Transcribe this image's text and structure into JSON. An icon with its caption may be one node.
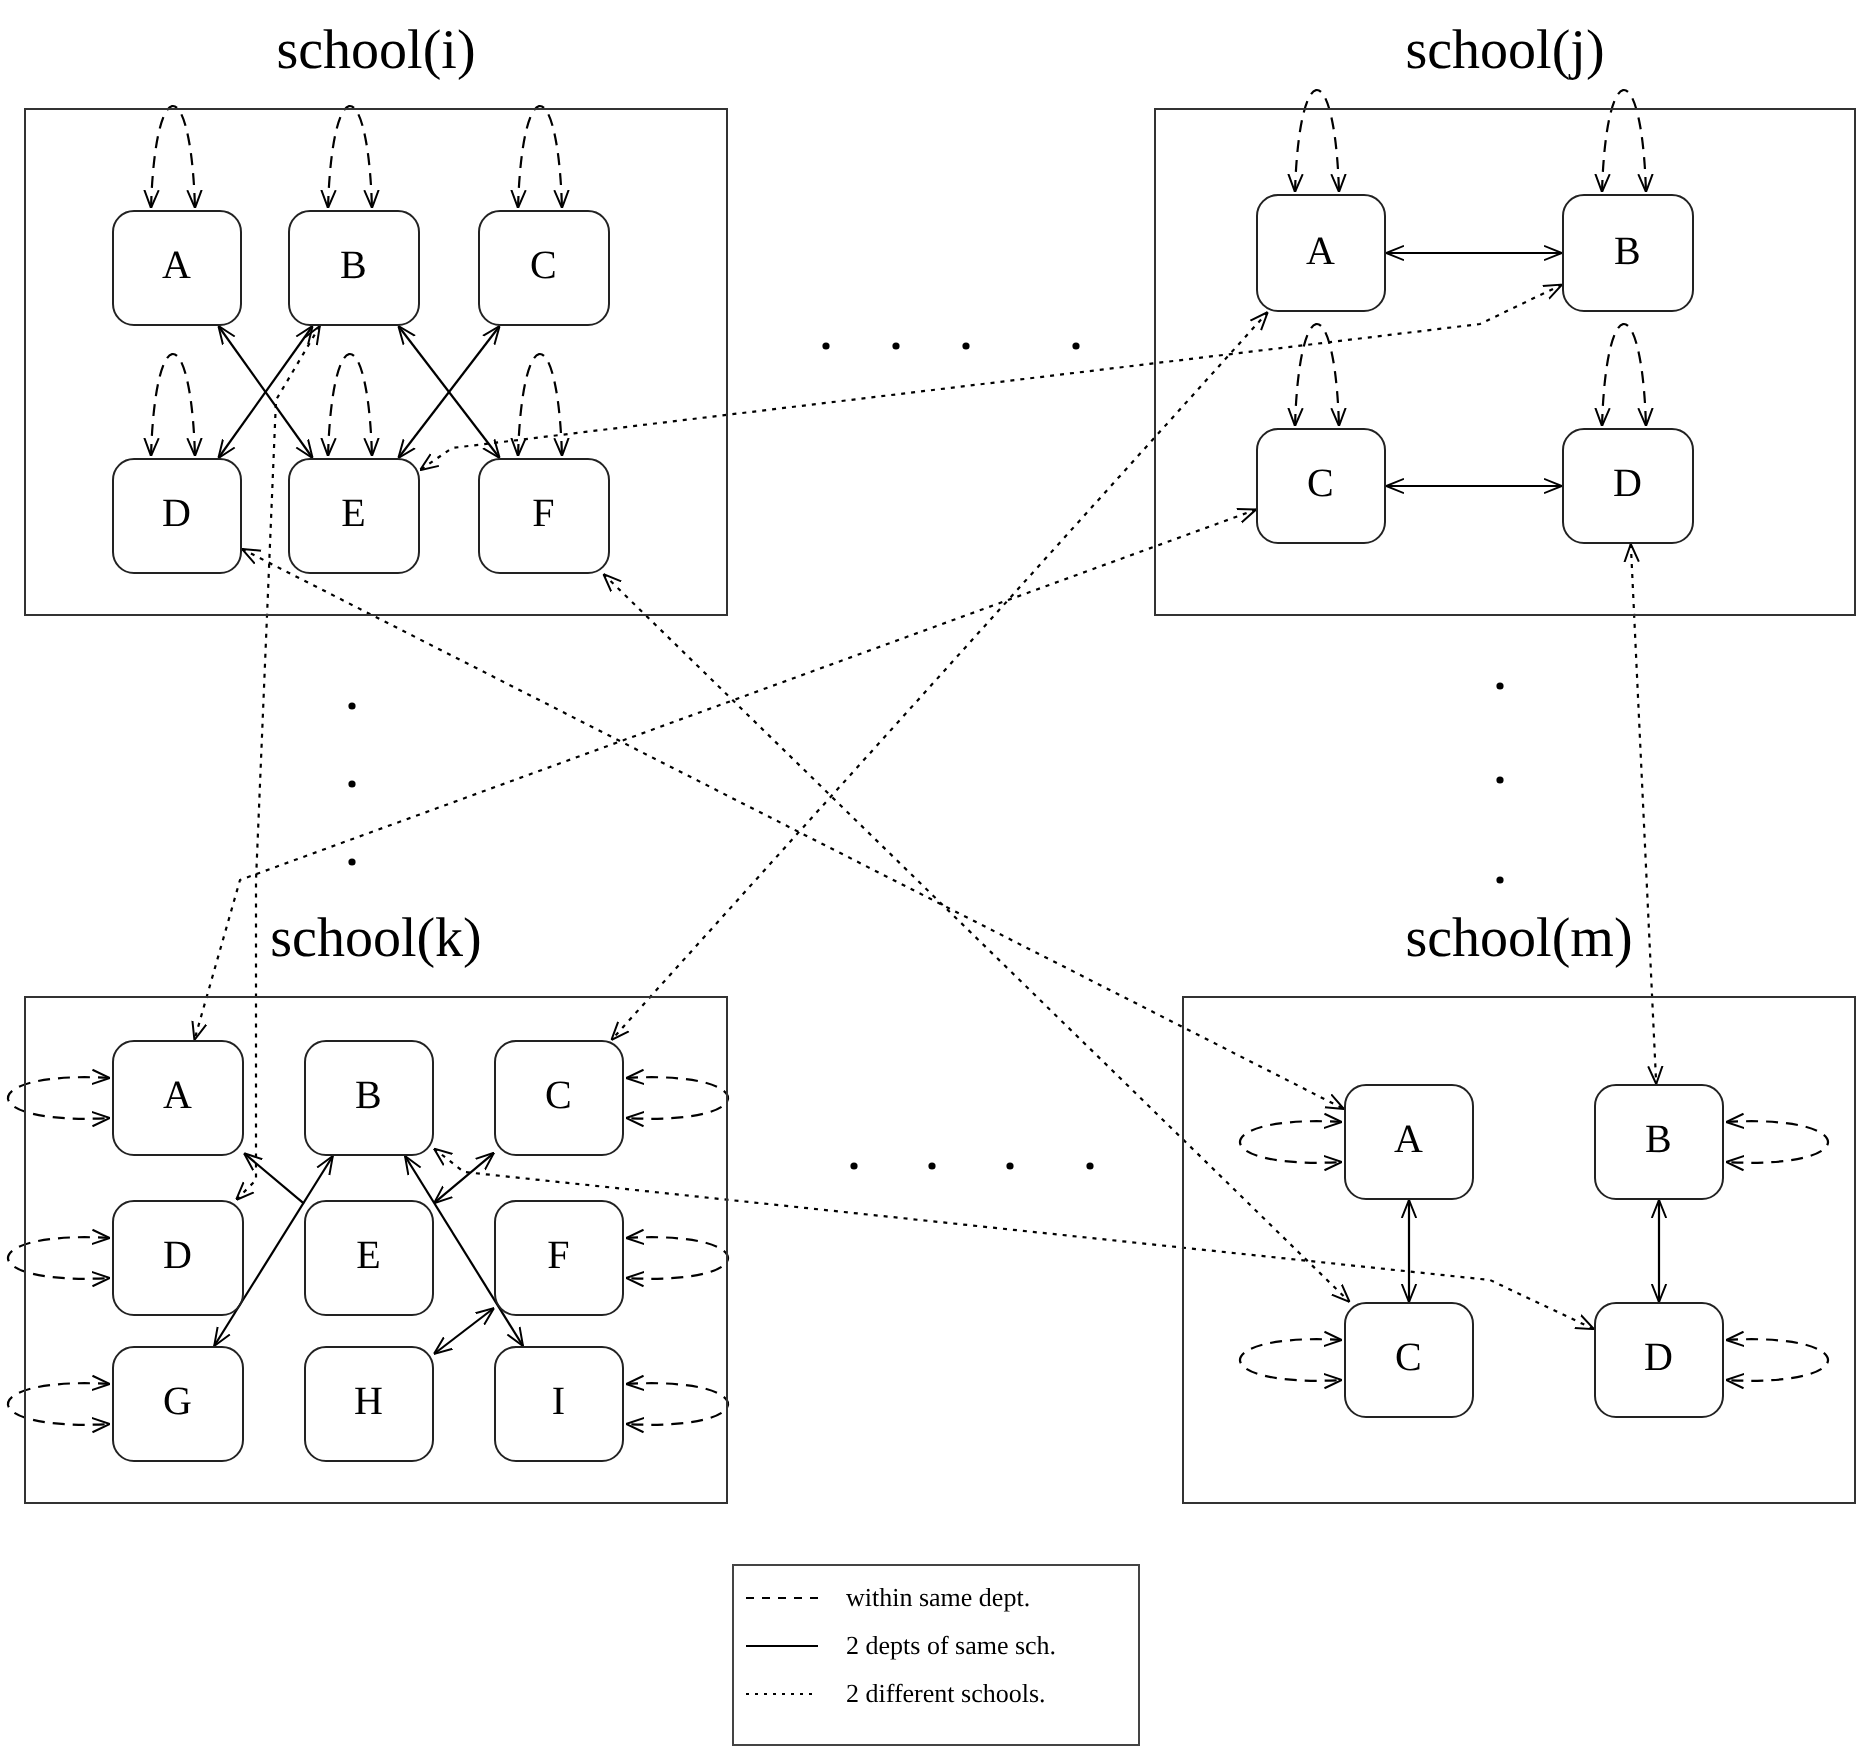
{
  "diagram": {
    "nodes": [
      {
        "text": [
          "school(i)"
        ]
      },
      {
        "text": [
          "A"
        ],
        "in": 0
      },
      {
        "text": [
          "B"
        ],
        "in": 0
      },
      {
        "text": [
          "C"
        ],
        "in": 0
      },
      {
        "text": [
          "D"
        ],
        "in": 0
      },
      {
        "text": [
          "E"
        ],
        "in": 0
      },
      {
        "text": [
          "F"
        ],
        "in": 0
      },
      {
        "text": [
          "school(j)"
        ]
      },
      {
        "text": [
          "A"
        ],
        "in": 7
      },
      {
        "text": [
          "B"
        ],
        "in": 7
      },
      {
        "text": [
          "C"
        ],
        "in": 7
      },
      {
        "text": [
          "D"
        ],
        "in": 7
      },
      {
        "text": [
          "school(k)"
        ]
      },
      {
        "text": [
          "A"
        ],
        "in": 12
      },
      {
        "text": [
          "B"
        ],
        "in": 12
      },
      {
        "text": [
          "C"
        ],
        "in": 12
      },
      {
        "text": [
          "D"
        ],
        "in": 12
      },
      {
        "text": [
          "E"
        ],
        "in": 12
      },
      {
        "text": [
          "F"
        ],
        "in": 12
      },
      {
        "text": [
          "G"
        ],
        "in": 12
      },
      {
        "text": [
          "H"
        ],
        "in": 12
      },
      {
        "text": [
          "I"
        ],
        "in": 12
      },
      {
        "text": [
          "school(m)"
        ]
      },
      {
        "text": [
          "A"
        ],
        "in": 22
      },
      {
        "text": [
          "B"
        ],
        "in": 22
      },
      {
        "text": [
          "C"
        ],
        "in": 22
      },
      {
        "text": [
          "D"
        ],
        "in": 22
      }
    ],
    "edges": [
      {
        "from": 1,
        "to": 1,
        "arrow": "both",
        "style": "dashed"
      },
      {
        "from": 2,
        "to": 2,
        "arrow": "both",
        "style": "dashed"
      },
      {
        "from": 3,
        "to": 3,
        "arrow": "both",
        "style": "dashed"
      },
      {
        "from": 4,
        "to": 4,
        "arrow": "both",
        "style": "dashed"
      },
      {
        "from": 5,
        "to": 5,
        "arrow": "both",
        "style": "dashed"
      },
      {
        "from": 6,
        "to": 6,
        "arrow": "both",
        "style": "dashed"
      },
      {
        "from": 8,
        "to": 8,
        "arrow": "both",
        "style": "dashed"
      },
      {
        "from": 9,
        "to": 9,
        "arrow": "both",
        "style": "dashed"
      },
      {
        "from": 10,
        "to": 10,
        "arrow": "both",
        "style": "dashed"
      },
      {
        "from": 11,
        "to": 11,
        "arrow": "both",
        "style": "dashed"
      },
      {
        "from": 13,
        "to": 13,
        "arrow": "both",
        "style": "dashed"
      },
      {
        "from": 15,
        "to": 15,
        "arrow": "both",
        "style": "dashed"
      },
      {
        "from": 16,
        "to": 16,
        "arrow": "both",
        "style": "dashed"
      },
      {
        "from": 18,
        "to": 18,
        "arrow": "both",
        "style": "dashed"
      },
      {
        "from": 19,
        "to": 19,
        "arrow": "both",
        "style": "dashed"
      },
      {
        "from": 21,
        "to": 21,
        "arrow": "both",
        "style": "dashed"
      },
      {
        "from": 23,
        "to": 23,
        "arrow": "both",
        "style": "dashed"
      },
      {
        "from": 24,
        "to": 24,
        "arrow": "both",
        "style": "dashed"
      },
      {
        "from": 25,
        "to": 25,
        "arrow": "both",
        "style": "dashed"
      },
      {
        "from": 26,
        "to": 26,
        "arrow": "both",
        "style": "dashed"
      },
      {
        "from": 1,
        "to": 5,
        "arrow": "both"
      },
      {
        "from": 2,
        "to": 4,
        "arrow": "both"
      },
      {
        "from": 2,
        "to": 6,
        "arrow": "both"
      },
      {
        "from": 3,
        "to": 5,
        "arrow": "both"
      },
      {
        "from": 8,
        "to": 9,
        "arrow": "both"
      },
      {
        "from": 10,
        "to": 11,
        "arrow": "both"
      },
      {
        "from": 17,
        "to": 13,
        "arrow": "to"
      },
      {
        "from": 14,
        "to": 19,
        "arrow": "both"
      },
      {
        "from": 15,
        "to": 17,
        "arrow": "both"
      },
      {
        "from": 14,
        "to": 21,
        "arrow": "both"
      },
      {
        "from": 18,
        "to": 20,
        "arrow": "both"
      },
      {
        "from": 23,
        "to": 25,
        "arrow": "both"
      },
      {
        "from": 24,
        "to": 26,
        "arrow": "both"
      },
      {
        "from": 9,
        "to": 5,
        "arrow": "both",
        "style": "dashed"
      },
      {
        "from": 2,
        "to": 16,
        "arrow": "both",
        "style": "dashed"
      },
      {
        "from": 8,
        "to": 15,
        "arrow": "both",
        "style": "dashed"
      },
      {
        "from": 10,
        "to": 13,
        "arrow": "both",
        "style": "dashed"
      },
      {
        "from": 4,
        "to": 23,
        "arrow": "both",
        "style": "dashed"
      },
      {
        "from": 6,
        "to": 25,
        "arrow": "both",
        "style": "dashed"
      },
      {
        "from": 11,
        "to": 24,
        "arrow": "both",
        "style": "dashed"
      },
      {
        "from": 14,
        "to": 26,
        "arrow": "both",
        "style": "dashed"
      }
    ],
    "legend": [
      {
        "text": "within same dept."
      },
      {
        "text": "2 depts of same sch."
      },
      {
        "text": "2 different schools."
      }
    ]
  }
}
